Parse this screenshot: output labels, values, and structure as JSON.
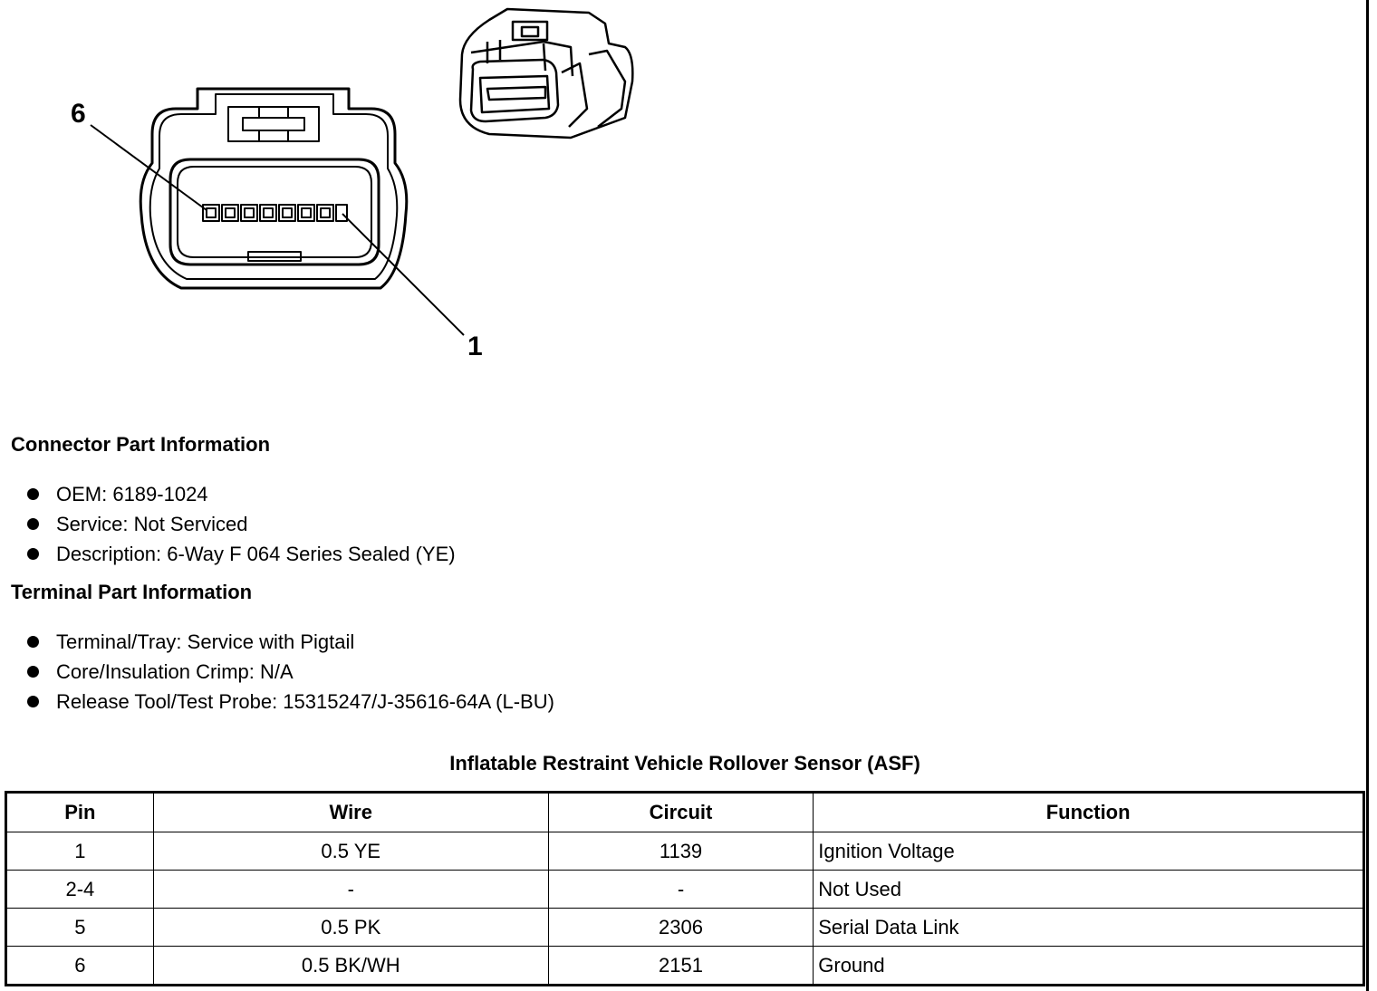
{
  "diagram": {
    "pin_label_top": "6",
    "pin_label_bottom": "1"
  },
  "connector_section": {
    "heading": "Connector Part Information",
    "items": [
      "OEM: 6189-1024",
      "Service: Not Serviced",
      "Description: 6-Way F 064 Series Sealed (YE)"
    ]
  },
  "terminal_section": {
    "heading": "Terminal Part Information",
    "items": [
      "Terminal/Tray: Service with Pigtail",
      "Core/Insulation Crimp: N/A",
      "Release Tool/Test Probe: 15315247/J-35616-64A (L-BU)"
    ]
  },
  "table": {
    "title": "Inflatable Restraint Vehicle Rollover Sensor (ASF)",
    "headers": [
      "Pin",
      "Wire",
      "Circuit",
      "Function"
    ],
    "rows": [
      [
        "1",
        "0.5 YE",
        "1139",
        "Ignition Voltage"
      ],
      [
        "2-4",
        "-",
        "-",
        "Not Used"
      ],
      [
        "5",
        "0.5 PK",
        "2306",
        "Serial Data Link"
      ],
      [
        "6",
        "0.5 BK/WH",
        "2151",
        "Ground"
      ]
    ]
  }
}
